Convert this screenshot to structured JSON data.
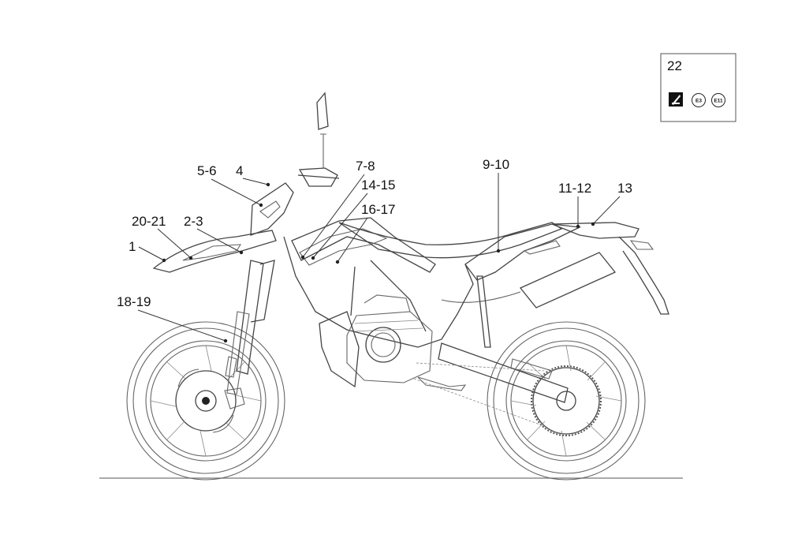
{
  "legend_box": {
    "number": "22",
    "badges": [
      {
        "name": "brand-mark",
        "text": ""
      },
      {
        "name": "e3-mark",
        "text": "E3"
      },
      {
        "name": "e11-mark",
        "text": "E11"
      }
    ]
  },
  "callouts": [
    {
      "id": "c-1",
      "label": "1"
    },
    {
      "id": "c-20-21",
      "label": "20-21"
    },
    {
      "id": "c-2-3",
      "label": "2-3"
    },
    {
      "id": "c-5-6",
      "label": "5-6"
    },
    {
      "id": "c-4",
      "label": "4"
    },
    {
      "id": "c-7-8",
      "label": "7-8"
    },
    {
      "id": "c-14-15",
      "label": "14-15"
    },
    {
      "id": "c-16-17",
      "label": "16-17"
    },
    {
      "id": "c-9-10",
      "label": "9-10"
    },
    {
      "id": "c-11-12",
      "label": "11-12"
    },
    {
      "id": "c-13",
      "label": "13"
    },
    {
      "id": "c-18-19",
      "label": "18-19"
    }
  ]
}
